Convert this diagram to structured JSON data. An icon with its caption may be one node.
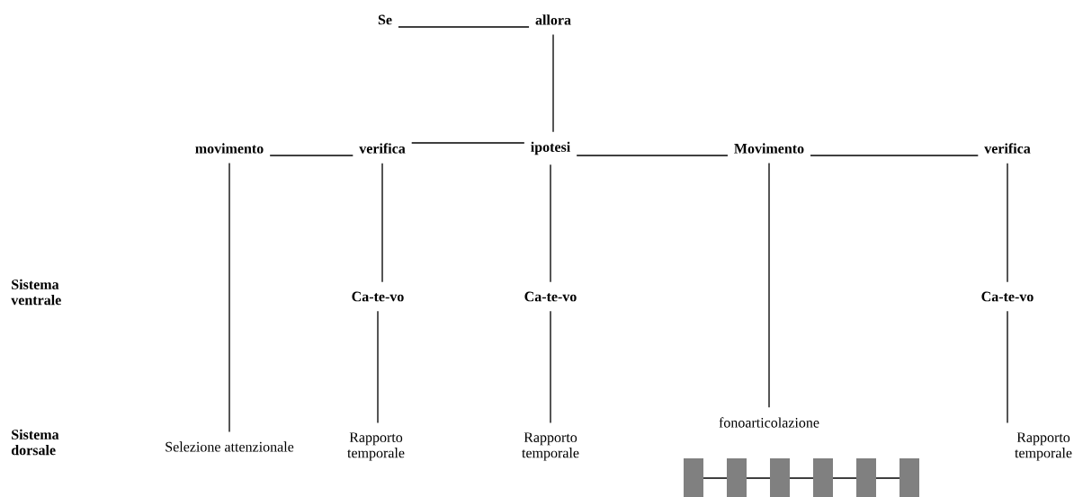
{
  "diagram": {
    "nodes": [
      {
        "text": [
          "Se"
        ]
      },
      {
        "text": [
          "allora"
        ]
      },
      {
        "text": [
          "movimento"
        ]
      },
      {
        "text": [
          "verifica"
        ]
      },
      {
        "text": [
          "ipotesi"
        ]
      },
      {
        "text": [
          "Movimento"
        ]
      },
      {
        "text": [
          "verifica"
        ]
      },
      {
        "text": [
          "Ca-te-vo"
        ]
      },
      {
        "text": [
          "Ca-te-vo"
        ]
      },
      {
        "text": [
          "Ca-te-vo"
        ]
      },
      {
        "text": [
          "Selezione attenzionale"
        ]
      },
      {
        "text": [
          "Rapporto temporale"
        ]
      },
      {
        "text": [
          "Rapporto temporale"
        ]
      },
      {
        "text": [
          "fonoarticolazione"
        ]
      },
      {
        "text": [
          "Rapporto temporale"
        ]
      }
    ],
    "edges": [
      {
        "from": 0,
        "to": 1,
        "arrow": "none"
      },
      {
        "from": 1,
        "to": 4,
        "arrow": "none"
      },
      {
        "from": 2,
        "to": 3,
        "arrow": "none"
      },
      {
        "from": 3,
        "to": 4,
        "arrow": "none"
      },
      {
        "from": 4,
        "to": 5,
        "arrow": "none"
      },
      {
        "from": 5,
        "to": 6,
        "arrow": "none"
      },
      {
        "from": 2,
        "to": 10,
        "arrow": "none"
      },
      {
        "from": 3,
        "to": 7,
        "arrow": "none"
      },
      {
        "from": 7,
        "to": 11,
        "arrow": "none"
      },
      {
        "from": 4,
        "to": 8,
        "arrow": "none"
      },
      {
        "from": 8,
        "to": 12,
        "arrow": "none"
      },
      {
        "from": 5,
        "to": 13,
        "arrow": "none"
      },
      {
        "from": 6,
        "to": 9,
        "arrow": "none"
      },
      {
        "from": 9,
        "to": 14,
        "arrow": "none"
      }
    ],
    "labels": [
      "Sistema ventrale",
      "Sistema dorsale"
    ]
  }
}
